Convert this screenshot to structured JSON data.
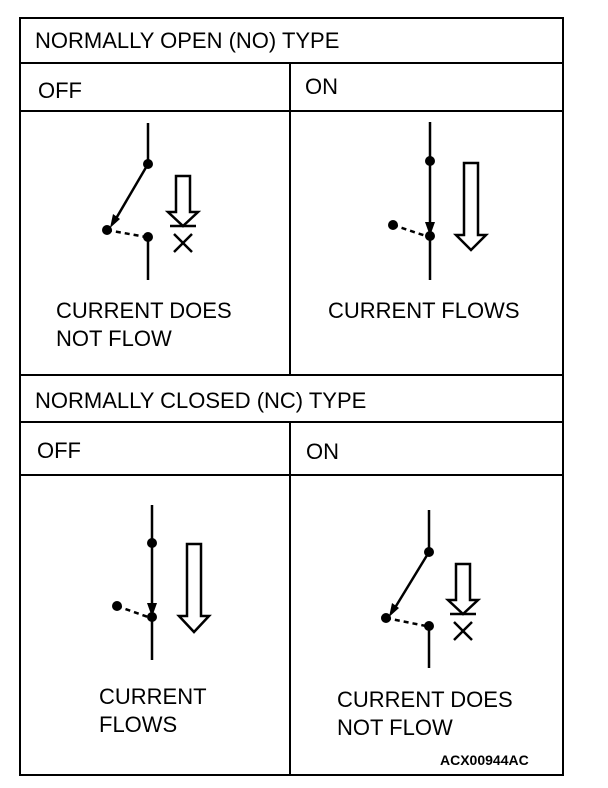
{
  "no_section": {
    "title": "NORMALLY OPEN (NO) TYPE",
    "off_label": "OFF",
    "on_label": "ON",
    "off_caption_line1": "CURRENT DOES",
    "off_caption_line2": "NOT FLOW",
    "on_caption_line1": "CURRENT FLOWS"
  },
  "nc_section": {
    "title": "NORMALLY CLOSED (NC) TYPE",
    "off_label": "OFF",
    "on_label": "ON",
    "off_caption_line1": "CURRENT",
    "off_caption_line2": "FLOWS",
    "on_caption_line1": "CURRENT DOES",
    "on_caption_line2": "NOT FLOW"
  },
  "figure_code": "ACX00944AC"
}
